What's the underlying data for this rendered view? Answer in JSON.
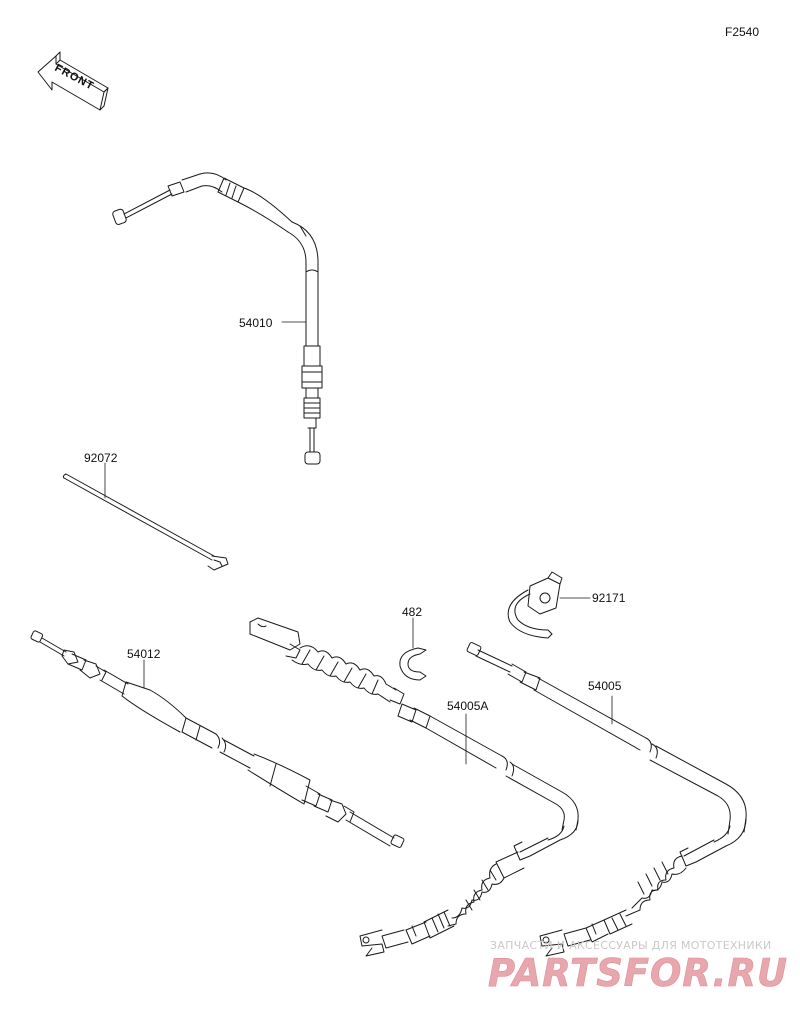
{
  "figure_code": "F2540",
  "front_label": "FRONT",
  "parts": [
    {
      "id": "cable-54010",
      "number": "54010"
    },
    {
      "id": "clamp-92072",
      "number": "92072"
    },
    {
      "id": "cable-54012",
      "number": "54012"
    },
    {
      "id": "clip-482",
      "number": "482"
    },
    {
      "id": "cable-54005A",
      "number": "54005A"
    },
    {
      "id": "bracket-92171",
      "number": "92171"
    },
    {
      "id": "cable-54005",
      "number": "54005"
    }
  ],
  "watermark": {
    "caption": "ЗАПЧАСТИ И АКСЕССУАРЫ ДЛЯ МОТОТЕХНИКИ",
    "logo_text": "PARTSFOR.RU",
    "color": "#e8a7ad"
  },
  "colors": {
    "line": "#1a1a1a",
    "background": "#ffffff"
  }
}
